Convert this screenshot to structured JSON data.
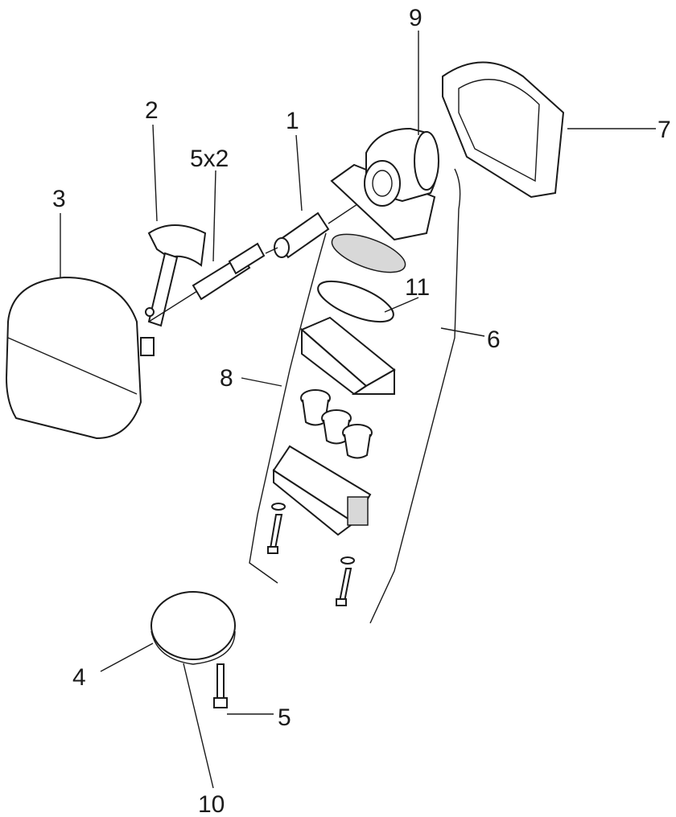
{
  "diagram": {
    "type": "exploded-parts-drawing",
    "callouts": [
      {
        "id": "c9",
        "label": "9"
      },
      {
        "id": "c2",
        "label": "2"
      },
      {
        "id": "c1",
        "label": "1"
      },
      {
        "id": "c7",
        "label": "7"
      },
      {
        "id": "c5x2",
        "label": "5x2"
      },
      {
        "id": "c3",
        "label": "3"
      },
      {
        "id": "c11",
        "label": "11"
      },
      {
        "id": "c6",
        "label": "6"
      },
      {
        "id": "c8",
        "label": "8"
      },
      {
        "id": "c4",
        "label": "4"
      },
      {
        "id": "c5",
        "label": "5"
      },
      {
        "id": "c10",
        "label": "10"
      }
    ]
  }
}
